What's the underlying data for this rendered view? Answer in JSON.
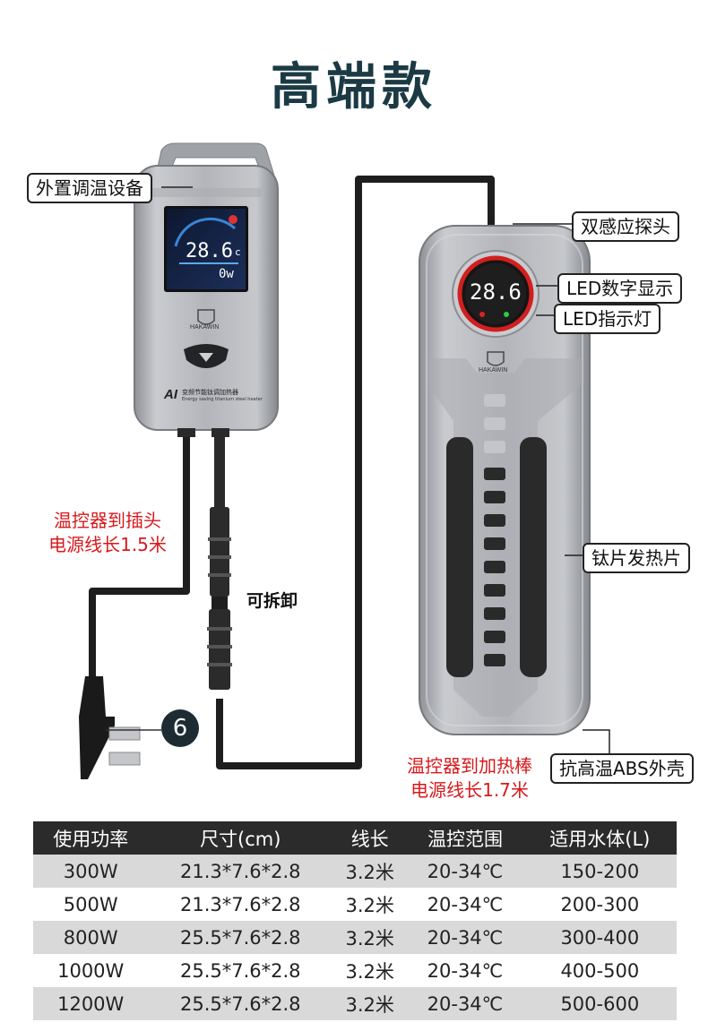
{
  "title": "高端款",
  "labels": {
    "controller": "外置调温设备",
    "dual_probe": "双感应探头",
    "led_display": "LED数字显示",
    "led_indicator": "LED指示灯",
    "titanium_plate": "钛片发热片",
    "abs_shell": "抗高温ABS外壳",
    "detachable": "可拆卸",
    "plug_badge": "6"
  },
  "cables": {
    "plug_line_1": "温控器到插头",
    "plug_line_2": "电源线长1.5米",
    "heater_line_1": "温控器到加热棒",
    "heater_line_2": "电源线长1.7米"
  },
  "controller_screen": {
    "temp": "28.6",
    "unit": "c",
    "power": "0w",
    "brand": "HAKAWIN",
    "model_mark": "AI",
    "model_cn": "变频节能钛调加热器",
    "model_en": "Energy saving titanium steel heater"
  },
  "heater_screen": {
    "temp": "28.6",
    "brand": "HAKAWIN",
    "dot_colors": [
      "#e02020",
      "#2ecc40"
    ]
  },
  "table": {
    "headers": [
      "使用功率",
      "尺寸(cm)",
      "线长",
      "温控范围",
      "适用水体(L)"
    ],
    "rows": [
      [
        "300W",
        "21.3*7.6*2.8",
        "3.2米",
        "20-34℃",
        "150-200"
      ],
      [
        "500W",
        "21.3*7.6*2.8",
        "3.2米",
        "20-34℃",
        "200-300"
      ],
      [
        "800W",
        "25.5*7.6*2.8",
        "3.2米",
        "20-34℃",
        "300-400"
      ],
      [
        "1000W",
        "25.5*7.6*2.8",
        "3.2米",
        "20-34℃",
        "400-500"
      ],
      [
        "1200W",
        "25.5*7.6*2.8",
        "3.2米",
        "20-34℃",
        "500-600"
      ]
    ]
  },
  "colors": {
    "title": "#1b3a44",
    "red_text": "#d7191c",
    "table_header": "#2b2b2b",
    "body_silver": "#b4b6bb"
  }
}
